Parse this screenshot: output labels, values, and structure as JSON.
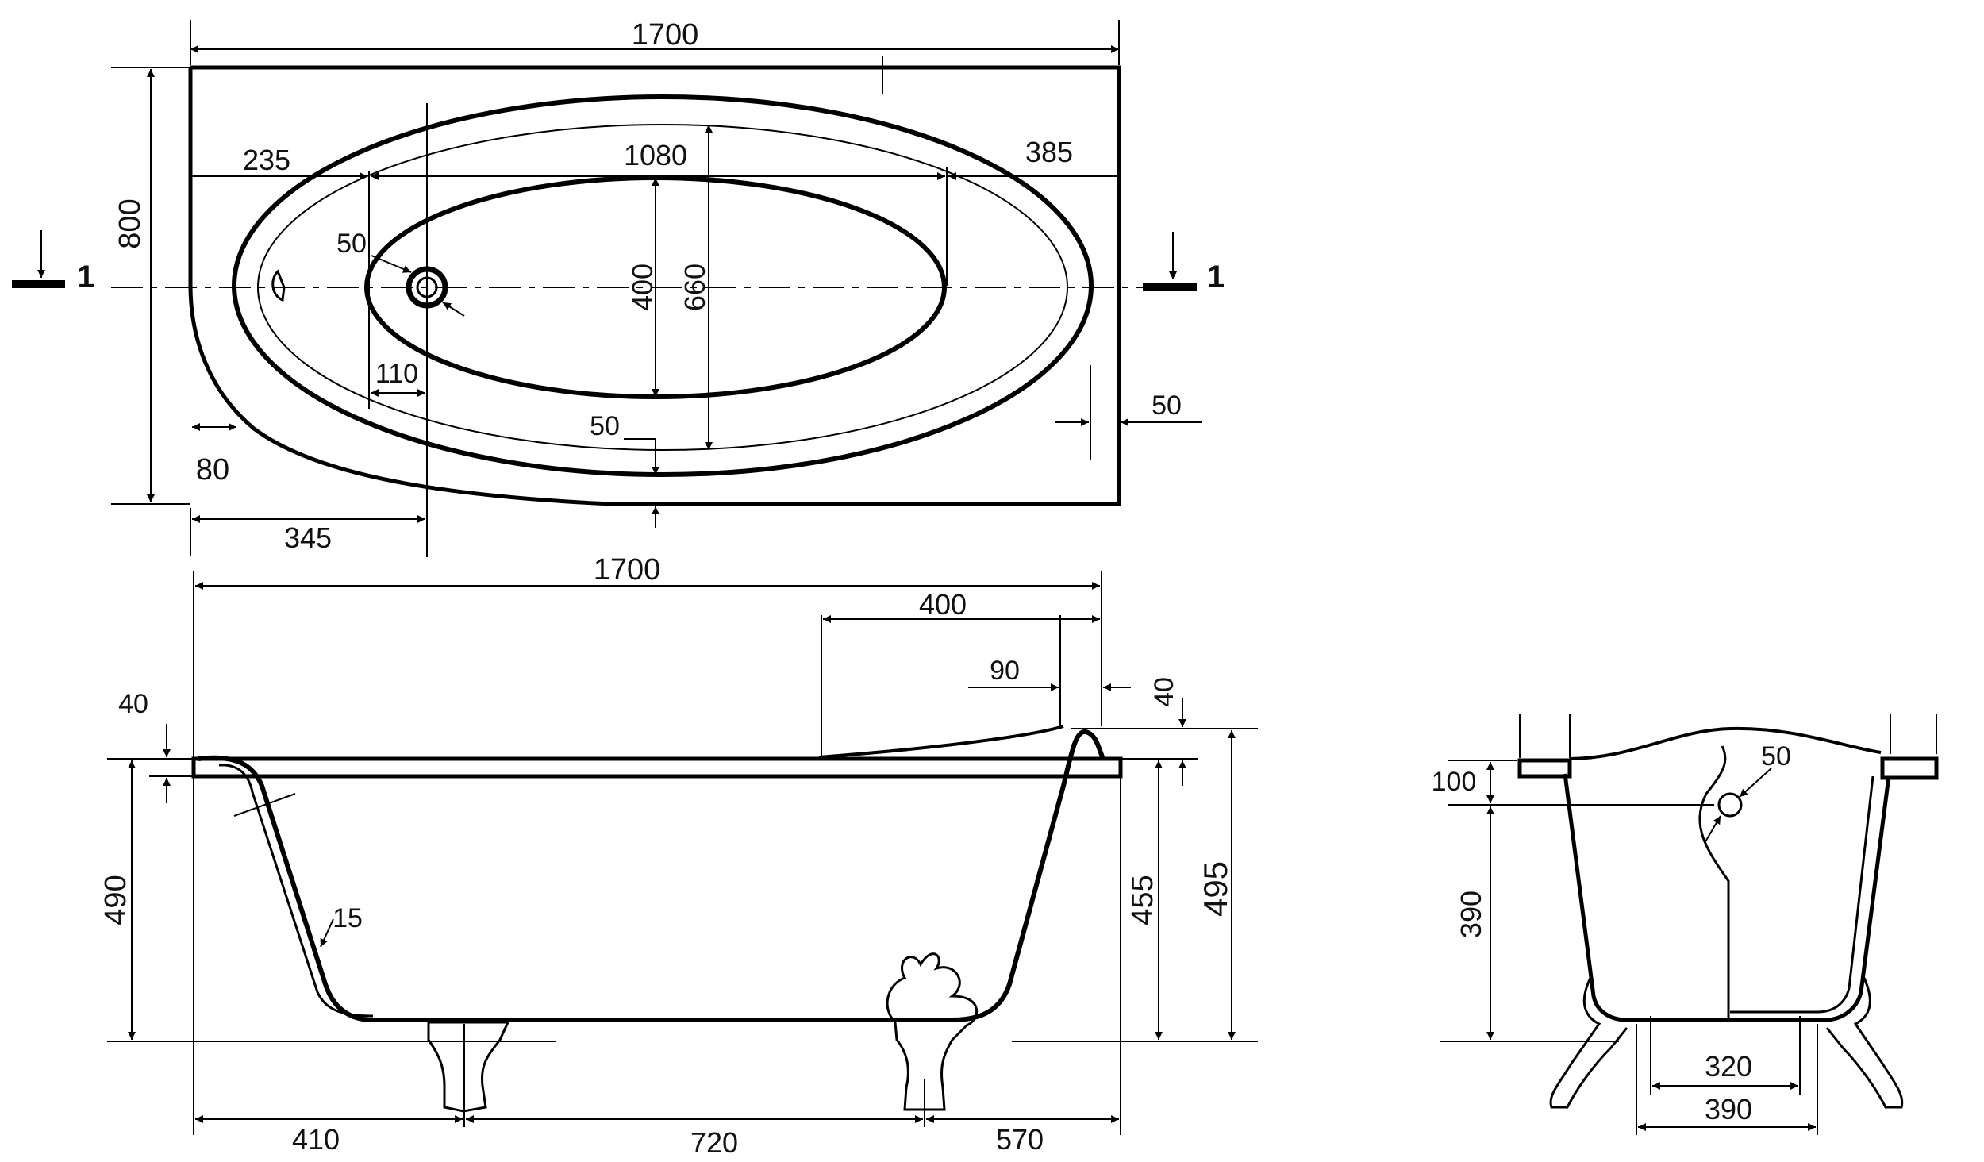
{
  "top_view": {
    "overall_length": "1700",
    "overall_width": "800",
    "dim_235": "235",
    "dim_1080": "1080",
    "dim_385": "385",
    "drain_dia": "50",
    "basin_width": "400",
    "rim_width": "660",
    "dim_110": "110",
    "rim_50": "50",
    "right_50": "50",
    "dim_80": "80",
    "dim_345": "345",
    "section_label": "1"
  },
  "side_view": {
    "overall_length": "1700",
    "backrest_len": "400",
    "backrest_90": "90",
    "backrest_40": "40",
    "rim_40": "40",
    "height_490": "490",
    "height_455": "455",
    "height_495": "495",
    "wall_15": "15",
    "feet_410": "410",
    "feet_720": "720",
    "feet_570": "570"
  },
  "end_view": {
    "dim_100": "100",
    "drain_50": "50",
    "dim_390": "390",
    "base_320": "320",
    "base_390": "390"
  }
}
